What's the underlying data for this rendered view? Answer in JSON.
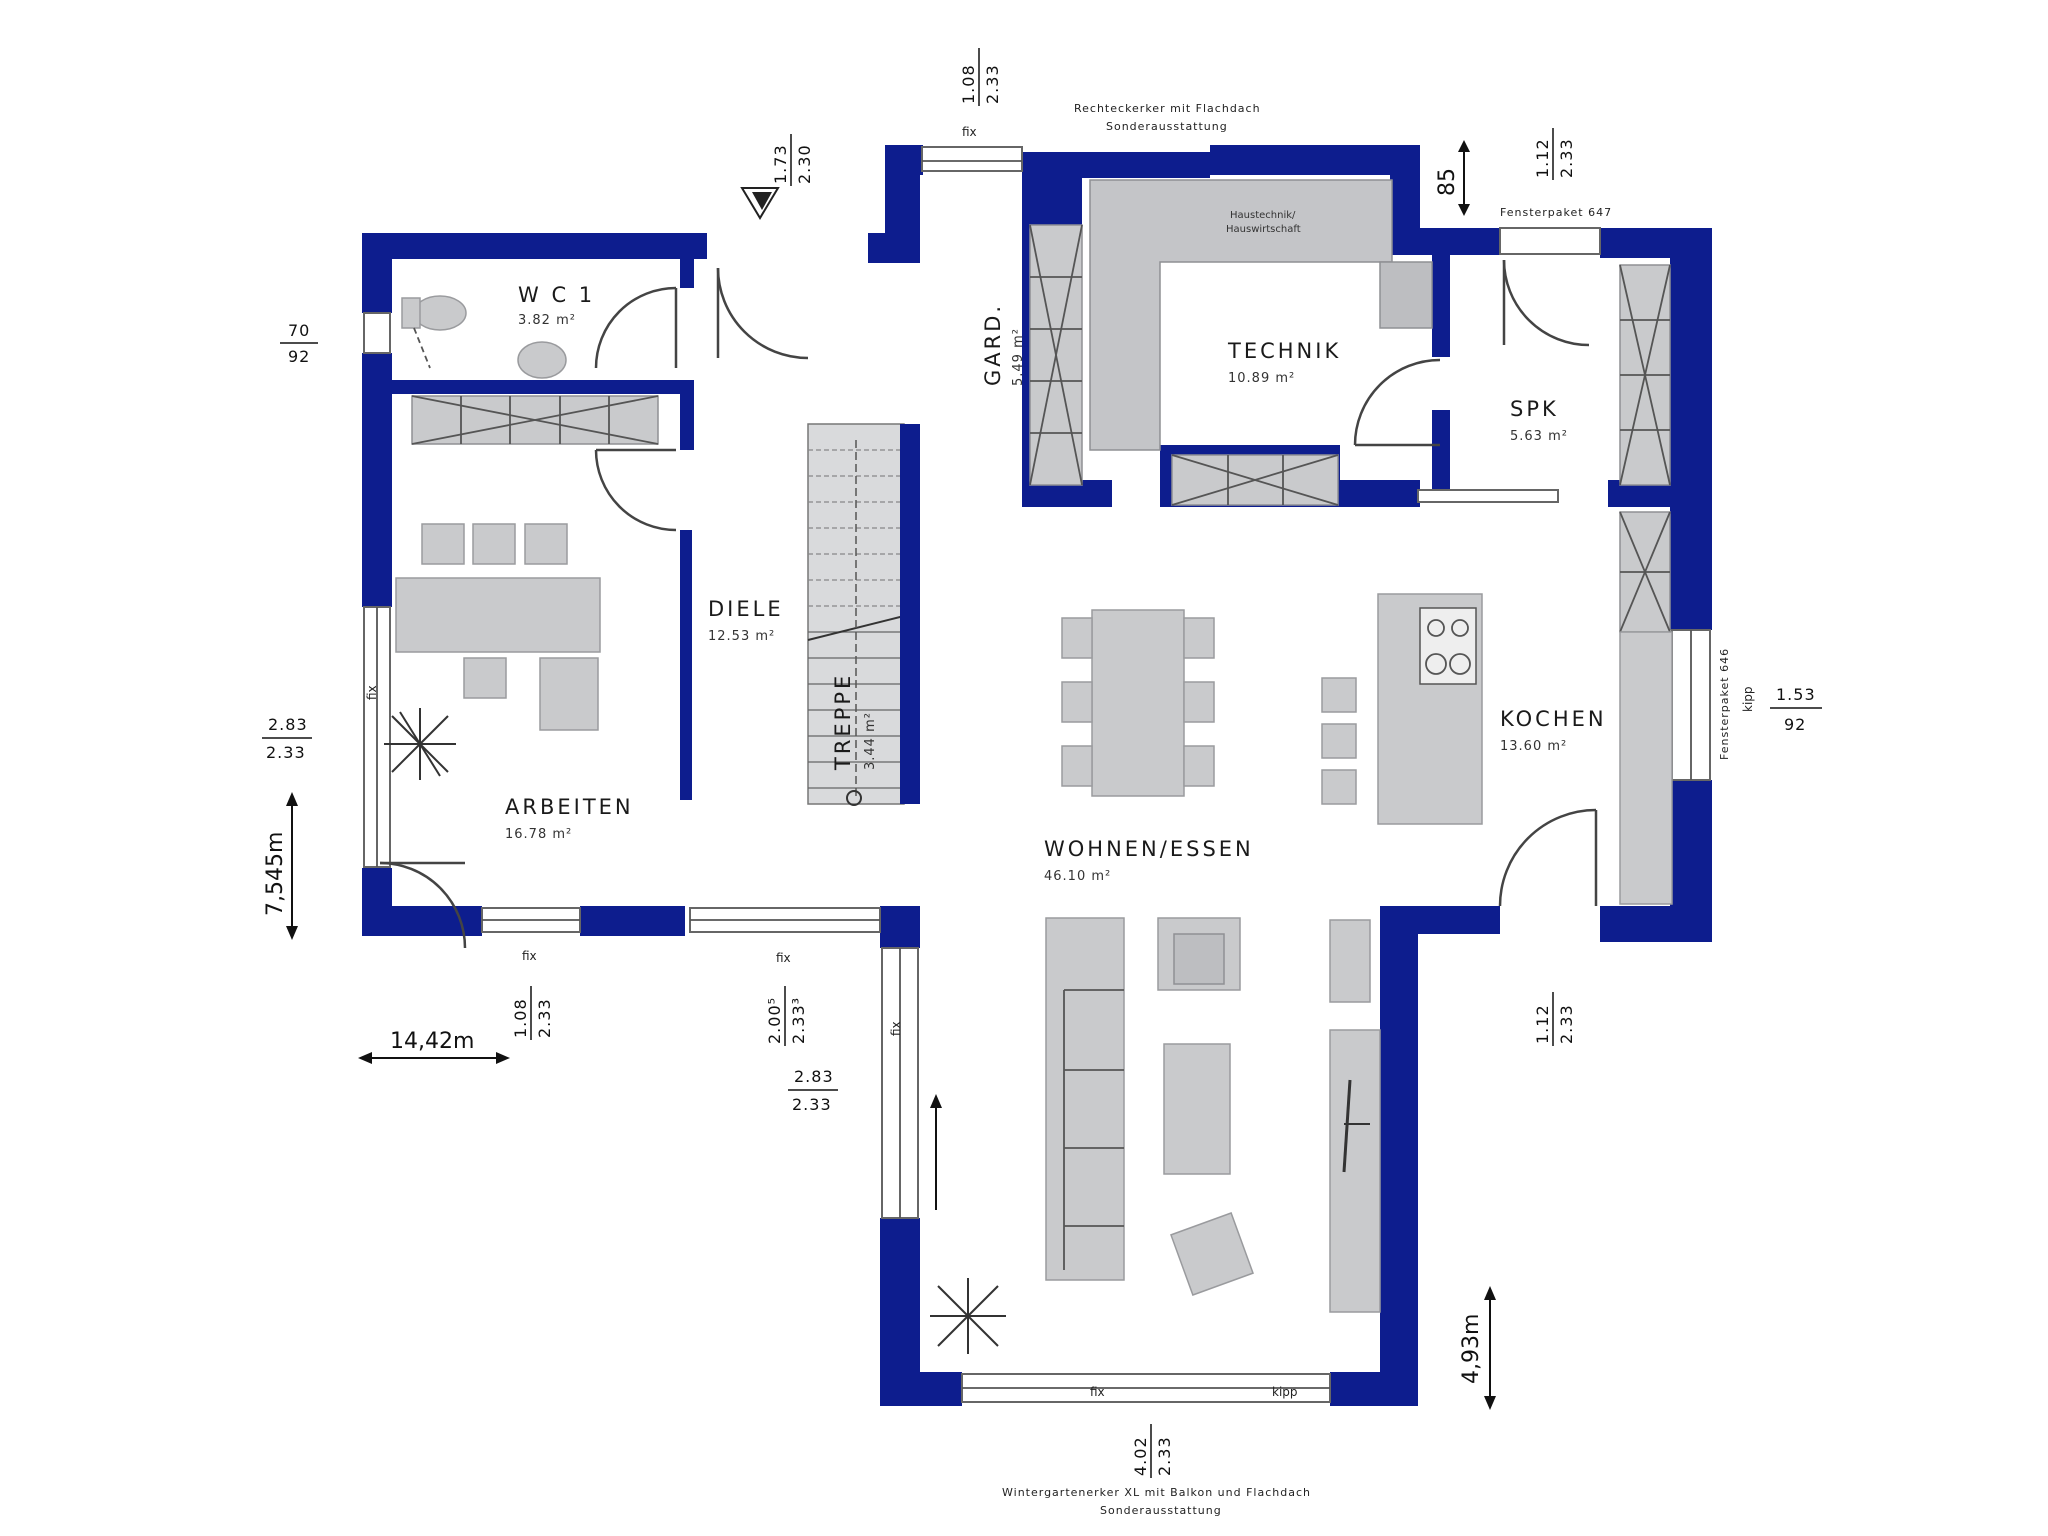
{
  "rooms": {
    "wc": {
      "name": "W C 1",
      "area": "3.82 m²"
    },
    "arbeiten": {
      "name": "ARBEITEN",
      "area": "16.78 m²"
    },
    "diele": {
      "name": "DIELE",
      "area": "12.53 m²"
    },
    "treppe": {
      "name": "TREPPE",
      "area": "3.44 m²"
    },
    "gard": {
      "name": "GARD.",
      "area": "5.49 m²"
    },
    "technik": {
      "name": "TECHNIK",
      "area": "10.89 m²",
      "sub1": "Haustechnik/",
      "sub2": "Hauswirtschaft"
    },
    "spk": {
      "name": "SPK",
      "area": "5.63 m²"
    },
    "kochen": {
      "name": "KOCHEN",
      "area": "13.60 m²"
    },
    "wohnen": {
      "name": "WOHNEN/ESSEN",
      "area": "46.10 m²"
    }
  },
  "notes": {
    "rechteckerker_1": "Rechteckerker mit Flachdach",
    "rechteckerker_2": "Sonderausstattung",
    "fensterpaket_647": "Fensterpaket 647",
    "fensterpaket_646": "Fensterpaket 646",
    "wintergarten_1": "Wintergartenerker XL mit Balkon und Flachdach",
    "wintergarten_2": "Sonderausstattung"
  },
  "window_labels": {
    "fix": "fix",
    "kipp": "kipp"
  },
  "dimensions": {
    "top_window_num": "1.08",
    "top_window_den": "2.33",
    "door_num": "1.73",
    "door_den": "2.30",
    "wc_num": "70",
    "wc_den": "92",
    "spk_num": "1.12",
    "spk_den": "2.33",
    "depth_85": "85",
    "arbeiten_left_num": "2.83",
    "arbeiten_left_den": "2.33",
    "kochen_right_num": "1.53",
    "kochen_right_den": "92",
    "bottom_left_num": "1.08",
    "bottom_left_den": "2.33",
    "bottom_mid_num": "2.00⁵",
    "bottom_mid_den": "2.33³",
    "bottom_mid2_num": "2.83",
    "bottom_mid2_den": "2.33",
    "kochen_door_num": "1.12",
    "kochen_door_den": "2.33",
    "wintergarten_num": "4.02",
    "wintergarten_den": "2.33",
    "len_7545": "7,545m",
    "len_1442": "14,42m",
    "len_493": "4,93m"
  }
}
